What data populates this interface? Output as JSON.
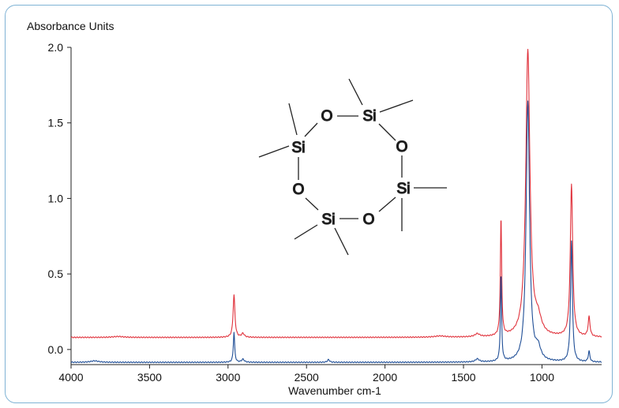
{
  "chart_data": {
    "type": "line",
    "ylabel": "Absorbance Units",
    "xlabel": "Wavenumber cm-1",
    "x_ticks": [
      4000,
      3500,
      3000,
      2500,
      2000,
      1500,
      1000
    ],
    "y_ticks": [
      "2.0",
      "1.5",
      "1.0",
      "0.5",
      "0.0"
    ],
    "xlim": [
      4000,
      620
    ],
    "ylim": [
      -0.1,
      2.0
    ],
    "grid": false,
    "series": [
      {
        "color": "#e0313b",
        "baseline": 0.08,
        "peaks": [
          [
            3700,
            0.006,
            40
          ],
          [
            2962,
            0.28,
            7
          ],
          [
            2905,
            0.025,
            10
          ],
          [
            1650,
            0.008,
            40
          ],
          [
            1412,
            0.02,
            18
          ],
          [
            1261,
            0.78,
            5
          ],
          [
            1090,
            1.89,
            16
          ],
          [
            1025,
            0.1,
            25
          ],
          [
            812,
            1.01,
            9
          ],
          [
            700,
            0.13,
            7
          ]
        ]
      },
      {
        "color": "#1f4e96",
        "baseline": -0.085,
        "peaks": [
          [
            3850,
            0.01,
            30
          ],
          [
            2962,
            0.2,
            5
          ],
          [
            2905,
            0.02,
            10
          ],
          [
            2360,
            0.018,
            8
          ],
          [
            1412,
            0.02,
            15
          ],
          [
            1261,
            0.58,
            4.5
          ],
          [
            1090,
            1.72,
            13
          ],
          [
            1025,
            0.08,
            20
          ],
          [
            812,
            0.8,
            7
          ],
          [
            700,
            0.07,
            6
          ]
        ]
      }
    ]
  },
  "molecule": {
    "atoms": [
      "Si",
      "O",
      "Si",
      "O",
      "Si",
      "O",
      "Si",
      "O"
    ]
  }
}
